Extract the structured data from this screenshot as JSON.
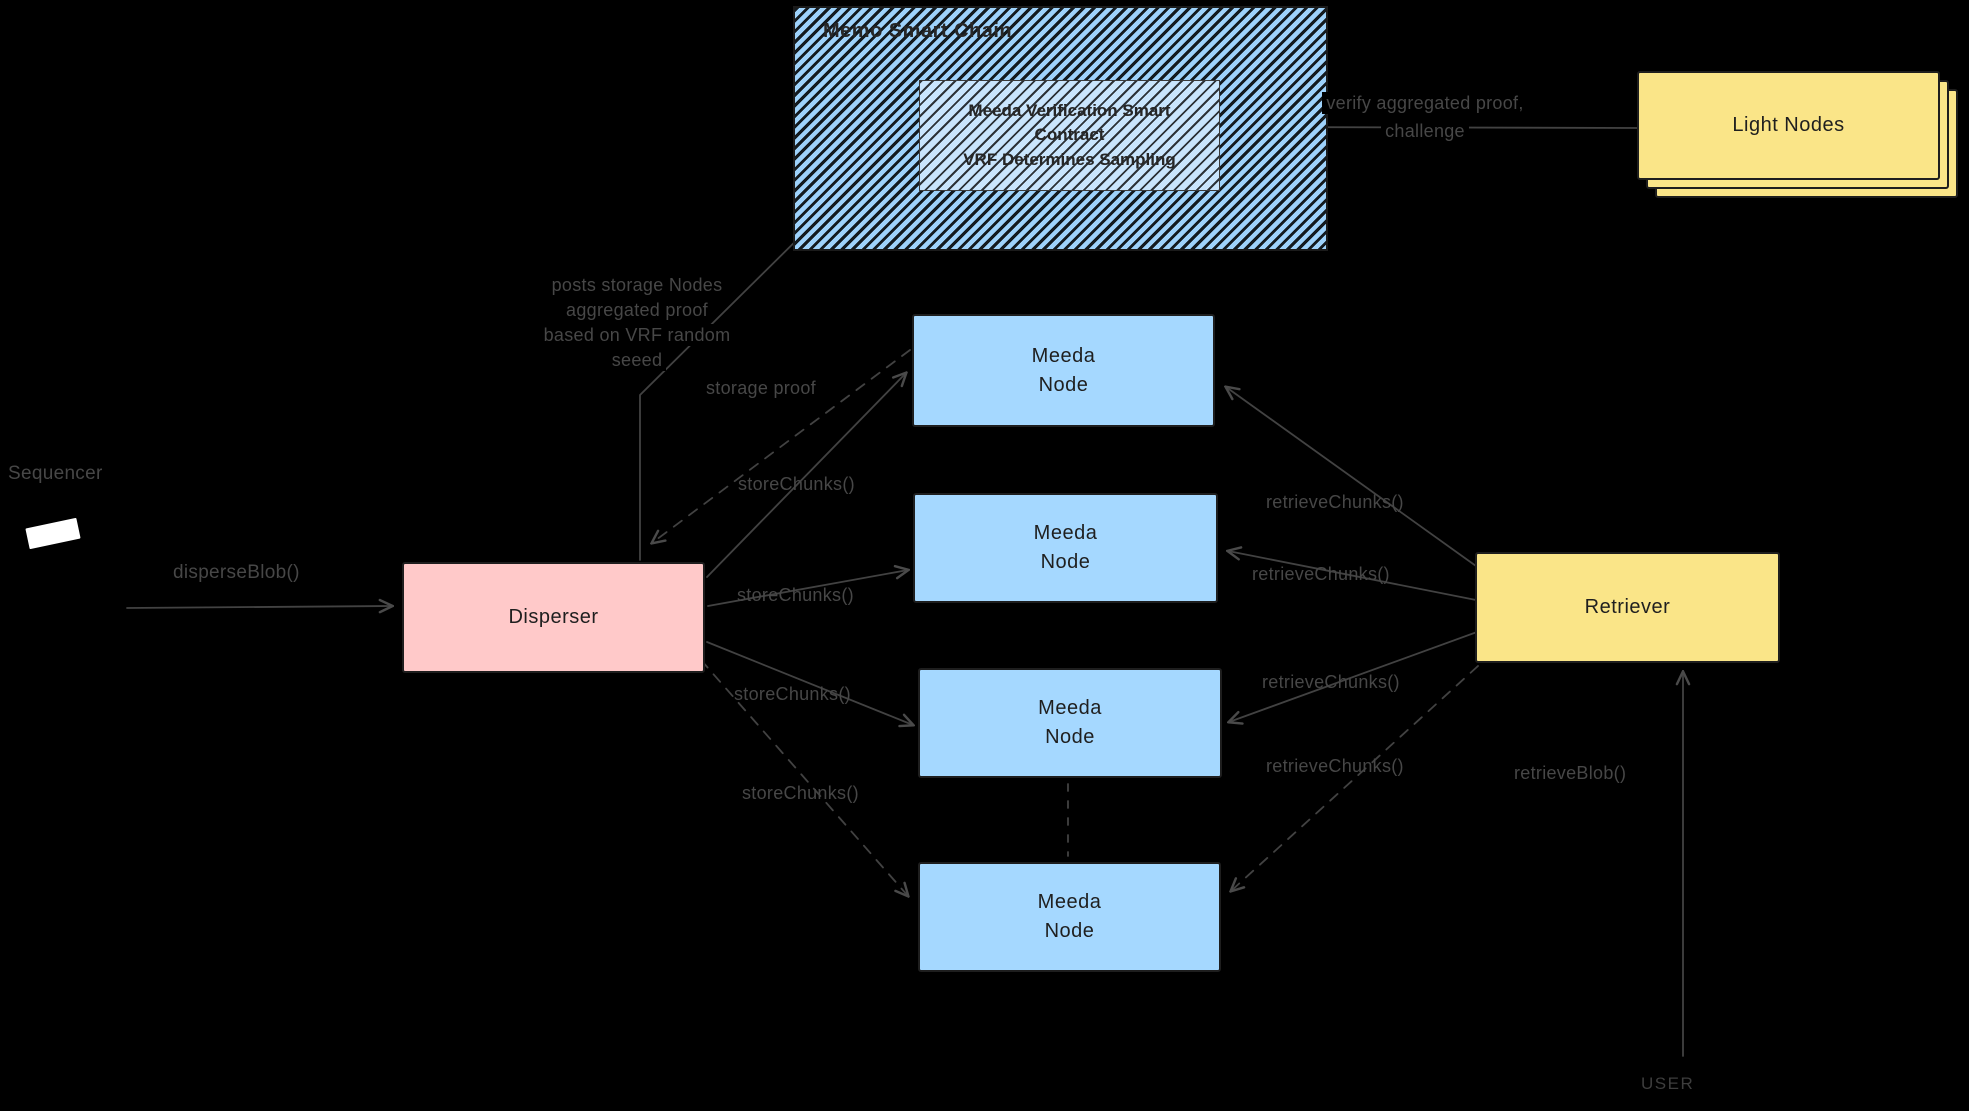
{
  "chain": {
    "title": "Memo Smart Chain",
    "contract": {
      "line1": "Meeda Verification Smart",
      "line2": "Contract",
      "line3": "VRF Determines Sampling"
    }
  },
  "light_nodes": {
    "label": "Light Nodes"
  },
  "disperser": {
    "label": "Disperser"
  },
  "retriever": {
    "label": "Retriever"
  },
  "meeda_node": {
    "line1": "Meeda",
    "line2": "Node"
  },
  "labels": {
    "sequencer": "Sequencer",
    "disperse_blob": "disperseBlob()",
    "posts_proof_line1": "posts storage Nodes",
    "posts_proof_line2": "aggregated proof",
    "posts_proof_line3": "based on VRF random",
    "posts_proof_line4": "seeed",
    "storage_proof": "storage proof",
    "store_chunks_1": "storeChunks()",
    "store_chunks_2": "storeChunks()",
    "store_chunks_3": "storeChunks()",
    "store_chunks_4": "storeChunks()",
    "retrieve_chunks_1": "retrieveChunks()",
    "retrieve_chunks_2": "retrieveChunks()",
    "retrieve_chunks_3": "retrieveChunks()",
    "retrieve_chunks_4": "retrieveChunks()",
    "retrieve_blob": "retrieveBlob()",
    "verify_line1": "verify aggregated proof,",
    "verify_line2": "challenge",
    "user": "USER"
  },
  "colors": {
    "background": "#000000",
    "node_blue": "#a5d8ff",
    "node_pink": "#ffc9c9",
    "node_yellow": "#fae588",
    "edge_gray": "#3f3f3f",
    "label_gray": "#474747",
    "border_dark": "#1e1e1e"
  }
}
